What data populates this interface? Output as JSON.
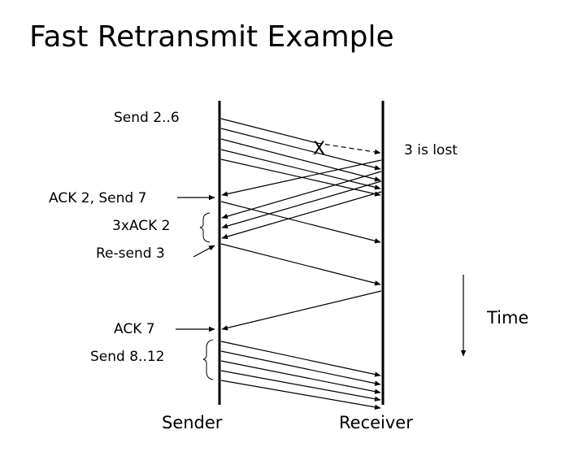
{
  "title": "Fast Retransmit Example",
  "labels": {
    "send_initial": "Send 2..6",
    "lost": "3 is lost",
    "ack2_send7": "ACK 2, Send 7",
    "triple_ack": "3xACK 2",
    "resend": "Re-send 3",
    "ack7": "ACK 7",
    "send_batch": "Send 8..12",
    "time": "Time",
    "sender": "Sender",
    "receiver": "Receiver",
    "loss_mark": "X"
  },
  "colors": {
    "ink": "#000000",
    "background": "#ffffff"
  }
}
